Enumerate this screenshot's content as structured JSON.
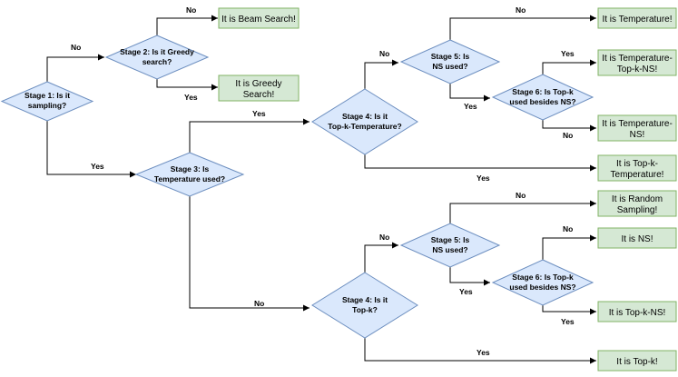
{
  "decisions": {
    "s1": [
      "Stage 1: Is it",
      "sampling?"
    ],
    "s2": [
      "Stage 2: Is it Greedy",
      "search?"
    ],
    "s3": [
      "Stage 3: Is",
      "Temperature used?"
    ],
    "s4a": [
      "Stage 4: Is it",
      "Top-k-Temperature?"
    ],
    "s5a": [
      "Stage 5: Is",
      "NS used?"
    ],
    "s6a": [
      "Stage 6: Is Top-k",
      "used besides NS?"
    ],
    "s4b": [
      "Stage 4: Is it",
      "Top-k?"
    ],
    "s5b": [
      "Stage 5: Is",
      "NS used?"
    ],
    "s6b": [
      "Stage 6: Is Top-k",
      "used besides NS?"
    ]
  },
  "results": {
    "beam": [
      "It is Beam Search!"
    ],
    "greedy": [
      "It is Greedy",
      "Search!"
    ],
    "temp": [
      "It is Temperature!"
    ],
    "temp_topk_ns": [
      "It is Temperature-",
      "Top-k-NS!"
    ],
    "temp_ns": [
      "It is Temperature-",
      "NS!"
    ],
    "topk_temp": [
      "It is Top-k-",
      "Temperature!"
    ],
    "random": [
      "It is Random",
      "Sampling!"
    ],
    "ns": [
      "It is NS!"
    ],
    "topk_ns": [
      "It is Top-k-NS!"
    ],
    "topk": [
      "It is Top-k!"
    ]
  },
  "edges": {
    "s1_no": "No",
    "s1_yes": "Yes",
    "s2_no": "No",
    "s2_yes": "Yes",
    "s3_yes": "Yes",
    "s3_no": "No",
    "s4a_no": "No",
    "s4a_yes": "Yes",
    "s5a_no": "No",
    "s5a_yes": "Yes",
    "s6a_yes": "Yes",
    "s6a_no": "No",
    "s4b_no": "No",
    "s4b_yes": "Yes",
    "s5b_no": "No",
    "s5b_yes": "Yes",
    "s6b_no": "No",
    "s6b_yes": "Yes"
  },
  "colors": {
    "decision_fill": "#dae8fc",
    "decision_stroke": "#6c8ebf",
    "result_fill": "#d5e8d4",
    "result_stroke": "#82b366",
    "line": "#000000"
  }
}
